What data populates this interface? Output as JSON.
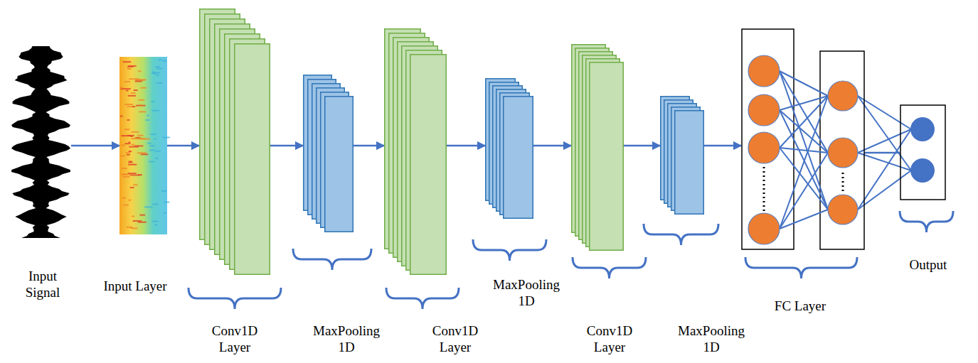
{
  "diagram": {
    "nodes": [
      {
        "text": [
          "Input Signal"
        ]
      },
      {
        "text": [
          "Input Layer"
        ]
      },
      {
        "text": [
          "Conv1D Layer"
        ]
      },
      {
        "text": [
          "MaxPooling 1D"
        ]
      },
      {
        "text": [
          "Conv1D Layer"
        ]
      },
      {
        "text": [
          "MaxPooling 1D"
        ]
      },
      {
        "text": [
          "Conv1D Layer"
        ]
      },
      {
        "text": [
          "MaxPooling 1D"
        ]
      },
      {
        "text": [
          "FC Layer"
        ]
      },
      {
        "text": [
          "Output"
        ]
      }
    ],
    "edges": [
      {
        "from": 0,
        "to": 1,
        "arrow": "to"
      },
      {
        "from": 1,
        "to": 2,
        "arrow": "to"
      },
      {
        "from": 2,
        "to": 3,
        "arrow": "to"
      },
      {
        "from": 3,
        "to": 4,
        "arrow": "to"
      },
      {
        "from": 4,
        "to": 5,
        "arrow": "to"
      },
      {
        "from": 5,
        "to": 6,
        "arrow": "to"
      },
      {
        "from": 6,
        "to": 7,
        "arrow": "to"
      },
      {
        "from": 7,
        "to": 8,
        "arrow": "to"
      },
      {
        "from": 8,
        "to": 9,
        "arrow": "none"
      }
    ]
  }
}
